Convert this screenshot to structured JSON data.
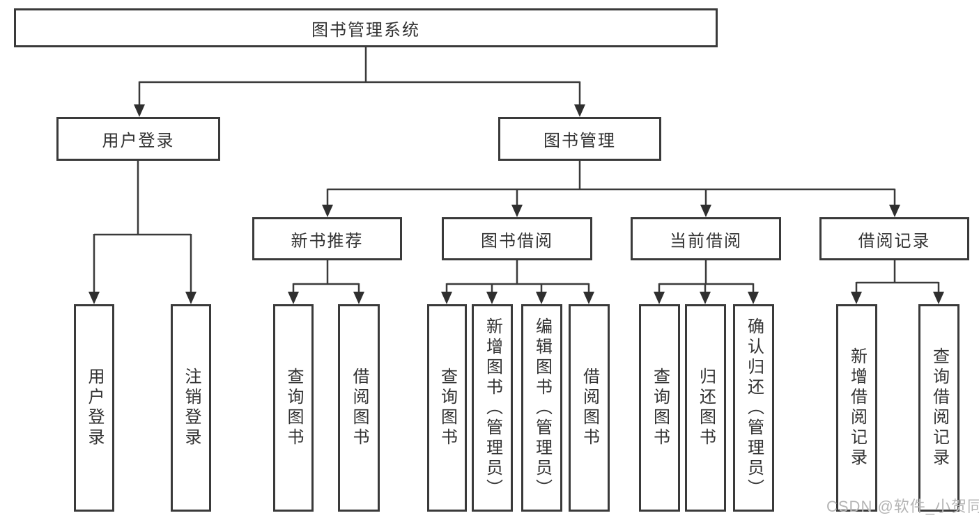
{
  "tree": {
    "root": {
      "label": "图书管理系统"
    },
    "branches": [
      {
        "label": "用户登录",
        "leaves": [
          {
            "label": "用户登录"
          },
          {
            "label": "注销登录"
          }
        ]
      },
      {
        "label": "图书管理",
        "children": [
          {
            "label": "新书推荐",
            "leaves": [
              {
                "label": "查询图书"
              },
              {
                "label": "借阅图书"
              }
            ]
          },
          {
            "label": "图书借阅",
            "leaves": [
              {
                "label": "查询图书"
              },
              {
                "label": "新增图书（管理员）"
              },
              {
                "label": "编辑图书（管理员）"
              },
              {
                "label": "借阅图书"
              }
            ]
          },
          {
            "label": "当前借阅",
            "leaves": [
              {
                "label": "查询图书"
              },
              {
                "label": "归还图书"
              },
              {
                "label": "确认归还（管理员）"
              }
            ]
          },
          {
            "label": "借阅记录",
            "leaves": [
              {
                "label": "新增借阅记录"
              },
              {
                "label": "查询借阅记录"
              }
            ]
          }
        ]
      }
    ]
  },
  "watermark": {
    "text": "CSDN @软件_小贺同学"
  }
}
